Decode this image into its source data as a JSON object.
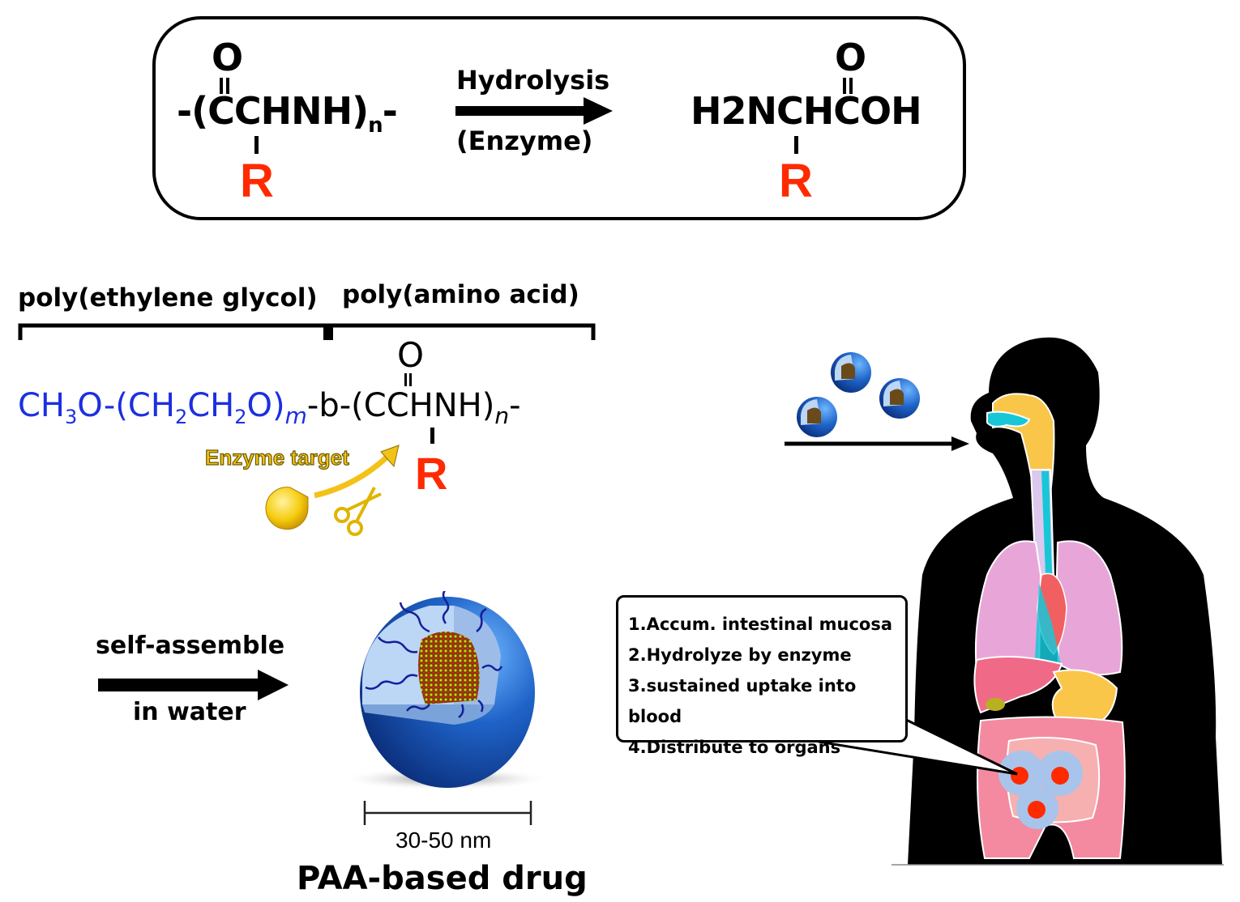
{
  "reaction": {
    "reactant": {
      "prefix": "-(",
      "main": "CCHNH)",
      "subscript": "n",
      "suffix": "-",
      "carbonyl_o": "O",
      "side_chain": "R"
    },
    "arrow_top_label": "Hydrolysis",
    "arrow_bottom_label": "(Enzyme)",
    "product": {
      "main": "H2NCHCOH",
      "carbonyl_o": "O",
      "side_chain": "R"
    }
  },
  "polymer": {
    "peg_label": "poly(ethylene glycol)",
    "paa_label": "poly(amino acid)",
    "formula": {
      "peg_part": [
        "CH",
        "3",
        "O-(CH",
        "2",
        "CH",
        "2",
        "O)",
        "m"
      ],
      "link": "-b-(",
      "paa_main": "CCHNH)",
      "paa_subscript": "n",
      "paa_suffix": "-",
      "carbonyl_o": "O",
      "side_chain": "R"
    },
    "enzyme_target_label": "Enzyme target",
    "icons": [
      "pacman-enzyme-icon",
      "scissors-icon",
      "curved-arrow-icon"
    ]
  },
  "assembly": {
    "top_label": "self-assemble",
    "bottom_label": "in water",
    "scale_label": "30-50 nm",
    "product_label": "PAA-based drug"
  },
  "body": {
    "steps": [
      "1.Accum. intestinal mucosa",
      "2.Hydrolyze by enzyme",
      "3.sustained uptake into blood",
      "4.Distribute to organs"
    ]
  },
  "colors": {
    "red_group": "#ff2a00",
    "peg_blue": "#1c2fe0",
    "enzyme_yellow": "#f3c218",
    "nanoparticle_blue": "#1f63c8",
    "silhouette": "#000000",
    "lung_pink": "#e8a6d8",
    "intestine_pink": "#f48aa0",
    "airway_orange": "#f9c64a",
    "cyan": "#17c7d8"
  }
}
